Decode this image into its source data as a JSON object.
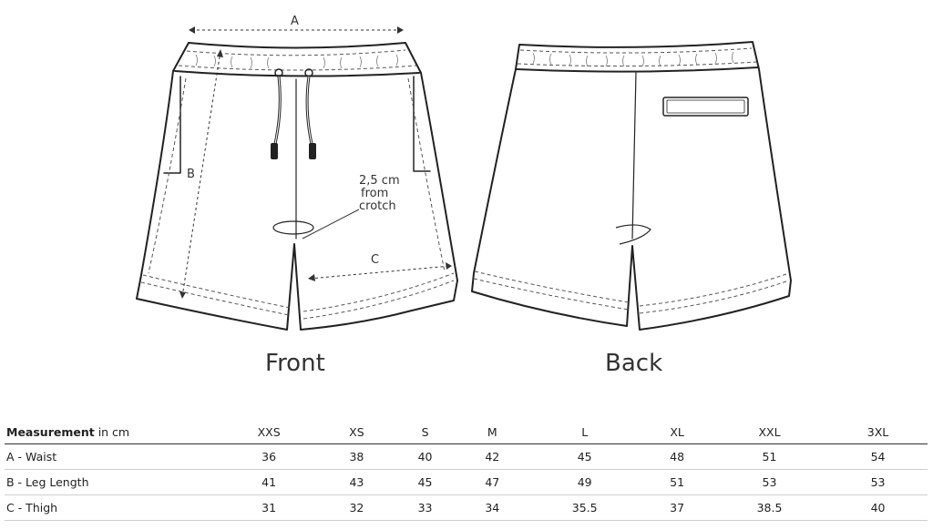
{
  "front": {
    "title": "Front",
    "label_a": "A",
    "label_b": "B",
    "label_c": "C",
    "annotation": [
      "2,5 cm",
      "from",
      "crotch"
    ]
  },
  "back": {
    "title": "Back"
  },
  "table": {
    "header_label_bold": "Measurement",
    "header_label_unit": " in cm",
    "sizes": [
      "XXS",
      "XS",
      "S",
      "M",
      "L",
      "XL",
      "XXL",
      "3XL"
    ],
    "rows": [
      {
        "label": "A - Waist",
        "values": [
          "36",
          "38",
          "40",
          "42",
          "45",
          "48",
          "51",
          "54"
        ]
      },
      {
        "label": "B - Leg Length",
        "values": [
          "41",
          "43",
          "45",
          "47",
          "49",
          "51",
          "53",
          "53"
        ]
      },
      {
        "label": "C - Thigh",
        "values": [
          "31",
          "32",
          "33",
          "34",
          "35.5",
          "37",
          "38.5",
          "40"
        ]
      }
    ]
  }
}
